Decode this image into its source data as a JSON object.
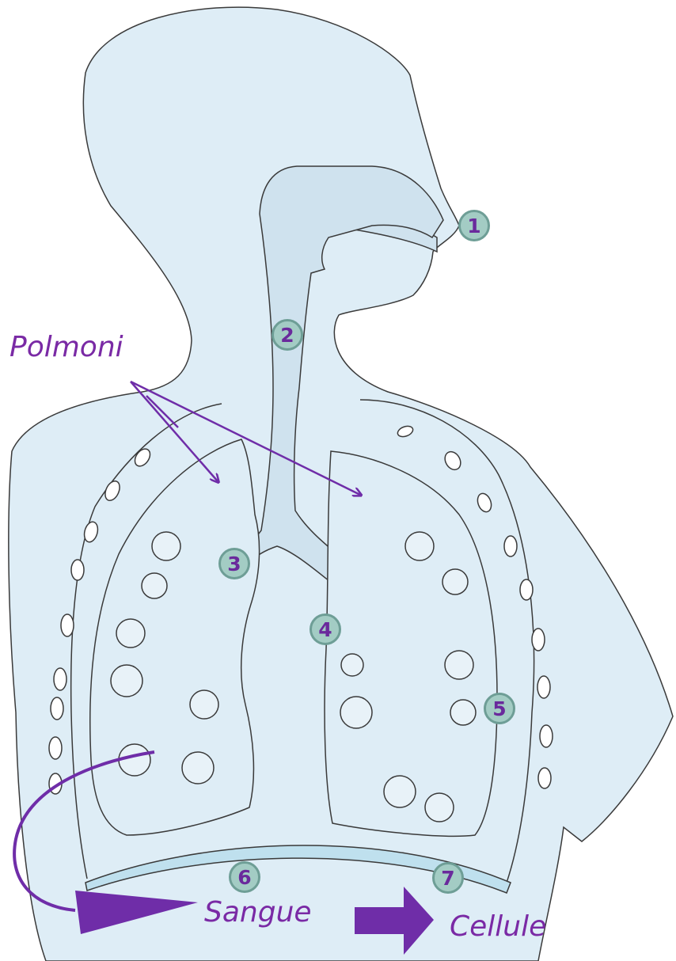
{
  "labels": {
    "polmoni": "Polmoni",
    "sangue": "Sangue",
    "cellule": "Cellule"
  },
  "markers": [
    "1",
    "2",
    "3",
    "4",
    "5",
    "6",
    "7"
  ],
  "colors": {
    "body_fill": "#deedf6",
    "outline": "#3a3a3a",
    "accent_purple": "#6f2da8",
    "marker_fill": "#a3ccc4",
    "marker_border": "#6e9e96",
    "marker_text": "#6a2a9c",
    "diaphragm": "#bfe0ee"
  }
}
